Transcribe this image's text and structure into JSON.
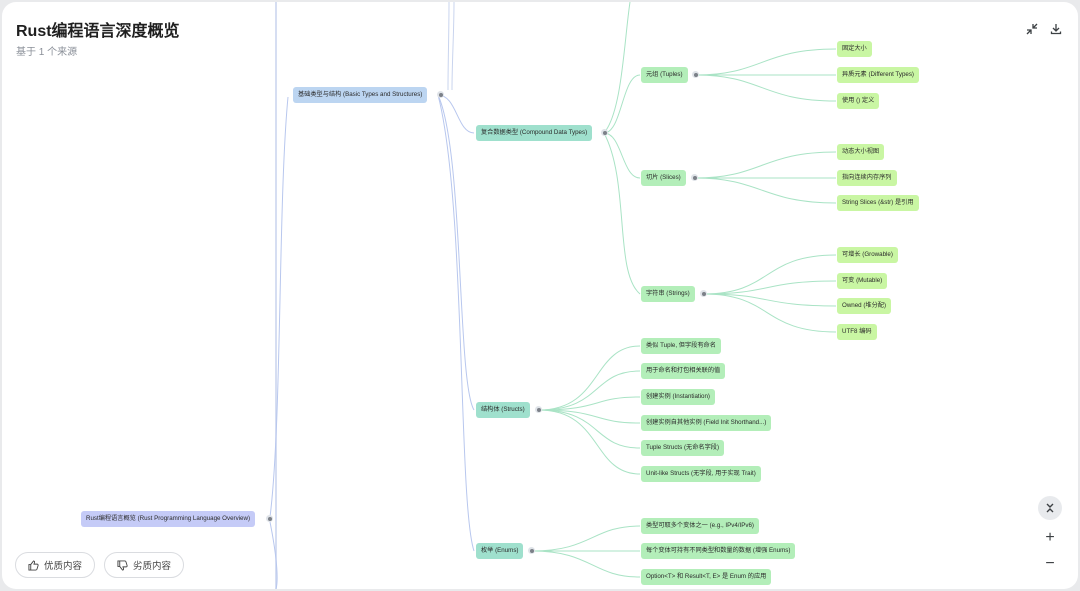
{
  "header": {
    "title": "Rust编程语言深度概览",
    "subtitle": "基于 1 个来源"
  },
  "toolbar": {
    "collapse_icon": "collapse-icon",
    "download_icon": "download-icon"
  },
  "mindmap": {
    "root": "Rust编程语言概览 (Rust Programming Language Overview)",
    "basic": "基础类型与结构 (Basic Types and Structures)",
    "compound": "复合数据类型 (Compound Data Types)",
    "tuples": "元组 (Tuples)",
    "tuples_items": [
      "固定大小",
      "异质元素 (Different Types)",
      "使用 () 定义"
    ],
    "slices": "切片 (Slices)",
    "slices_items": [
      "动态大小视图",
      "指向连续内存序列",
      "String Slices (&str) 是引用"
    ],
    "strings": "字符串 (Strings)",
    "strings_items": [
      "可增长 (Growable)",
      "可变 (Mutable)",
      "Owned (堆分配)",
      "UTF8 编码"
    ],
    "structs": "结构体 (Structs)",
    "structs_items": [
      "类似 Tuple, 但字段有命名",
      "用于命名和打包相关联的值",
      "创建实例 (Instantiation)",
      "创建实例自其他实例 (Field Init Shorthand...)",
      "Tuple Structs (无命名字段)",
      "Unit-like Structs (无字段, 用于实现 Trait)"
    ],
    "enums": "枚举 (Enums)",
    "enums_items": [
      "类型可取多个变体之一 (e.g., IPv4/IPv6)",
      "每个变体可持有不同类型和数量的数据 (增强 Enums)",
      "Option<T> 和 Result<T, E> 是 Enum 的应用"
    ]
  },
  "feedback": {
    "good": "优质内容",
    "bad": "劣质内容"
  },
  "zoom": {
    "fit_icon": "expand-collapse-icon",
    "in": "+",
    "out": "−"
  },
  "colors": {
    "root": "#c5cbf7",
    "level1": "#bcd5f1",
    "level2": "#9fe0cd",
    "level3": "#b3eeb9",
    "level4": "#c9f6a3",
    "connector_blue": "#b8c7ee",
    "connector_green": "#a9e3c5"
  }
}
